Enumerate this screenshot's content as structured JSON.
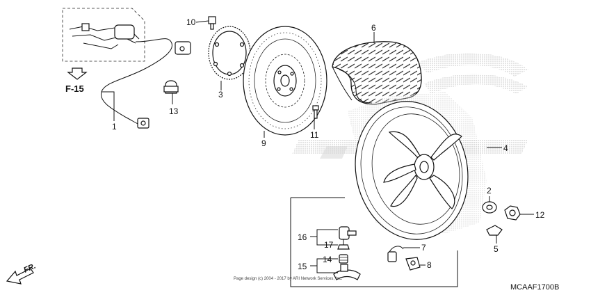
{
  "diagram": {
    "reference": "F-15",
    "front_arrow": "FR.",
    "code": "MCAAF1700B",
    "copyright": "Page design (c) 2004 - 2017 by ARI Network Services, Inc.",
    "parts": {
      "p1": "1",
      "p2": "2",
      "p3": "3",
      "p4": "4",
      "p5": "5",
      "p6": "6",
      "p7": "7",
      "p8": "8",
      "p9": "9",
      "p10": "10",
      "p11": "11",
      "p12": "12",
      "p13": "13",
      "p14": "14",
      "p15": "15",
      "p16": "16",
      "p17": "17"
    }
  }
}
